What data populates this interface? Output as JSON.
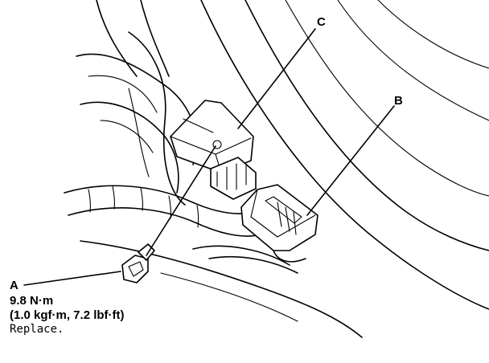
{
  "callouts": {
    "a": "A",
    "b": "B",
    "c": "C"
  },
  "torque": {
    "value": "9.8 N·m",
    "alt": "(1.0 kgf·m, 7.2 lbf·ft)",
    "note": "Replace."
  }
}
